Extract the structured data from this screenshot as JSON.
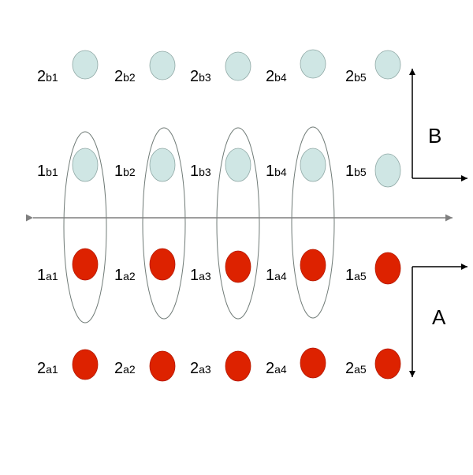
{
  "colors": {
    "upper_dot": "#cfe6e4",
    "lower_dot": "#dd2200",
    "outline": "#6f7a76",
    "axis": "#7f7f7f",
    "arrow": "#000000"
  },
  "rows": [
    {
      "id": "row-2b",
      "kind": "upper",
      "labels": [
        {
          "main": "2",
          "sub": "b1"
        },
        {
          "main": "2",
          "sub": "b2"
        },
        {
          "main": "2",
          "sub": "b3"
        },
        {
          "main": "2",
          "sub": "b4"
        },
        {
          "main": "2",
          "sub": "b5"
        }
      ]
    },
    {
      "id": "row-1b",
      "kind": "upper",
      "labels": [
        {
          "main": "1",
          "sub": "b1"
        },
        {
          "main": "1",
          "sub": "b2"
        },
        {
          "main": "1",
          "sub": "b3"
        },
        {
          "main": "1",
          "sub": "b4"
        },
        {
          "main": "1",
          "sub": "b5"
        }
      ]
    },
    {
      "id": "row-1a",
      "kind": "lower",
      "labels": [
        {
          "main": "1",
          "sub": "a1"
        },
        {
          "main": "1",
          "sub": "a2"
        },
        {
          "main": "1",
          "sub": "a3"
        },
        {
          "main": "1",
          "sub": "a4"
        },
        {
          "main": "1",
          "sub": "a5"
        }
      ]
    },
    {
      "id": "row-2a",
      "kind": "lower",
      "labels": [
        {
          "main": "2",
          "sub": "a1"
        },
        {
          "main": "2",
          "sub": "a2"
        },
        {
          "main": "2",
          "sub": "a3"
        },
        {
          "main": "2",
          "sub": "a4"
        },
        {
          "main": "2",
          "sub": "a5"
        }
      ]
    }
  ],
  "arrow_labels": {
    "b": "B",
    "a": "A"
  }
}
